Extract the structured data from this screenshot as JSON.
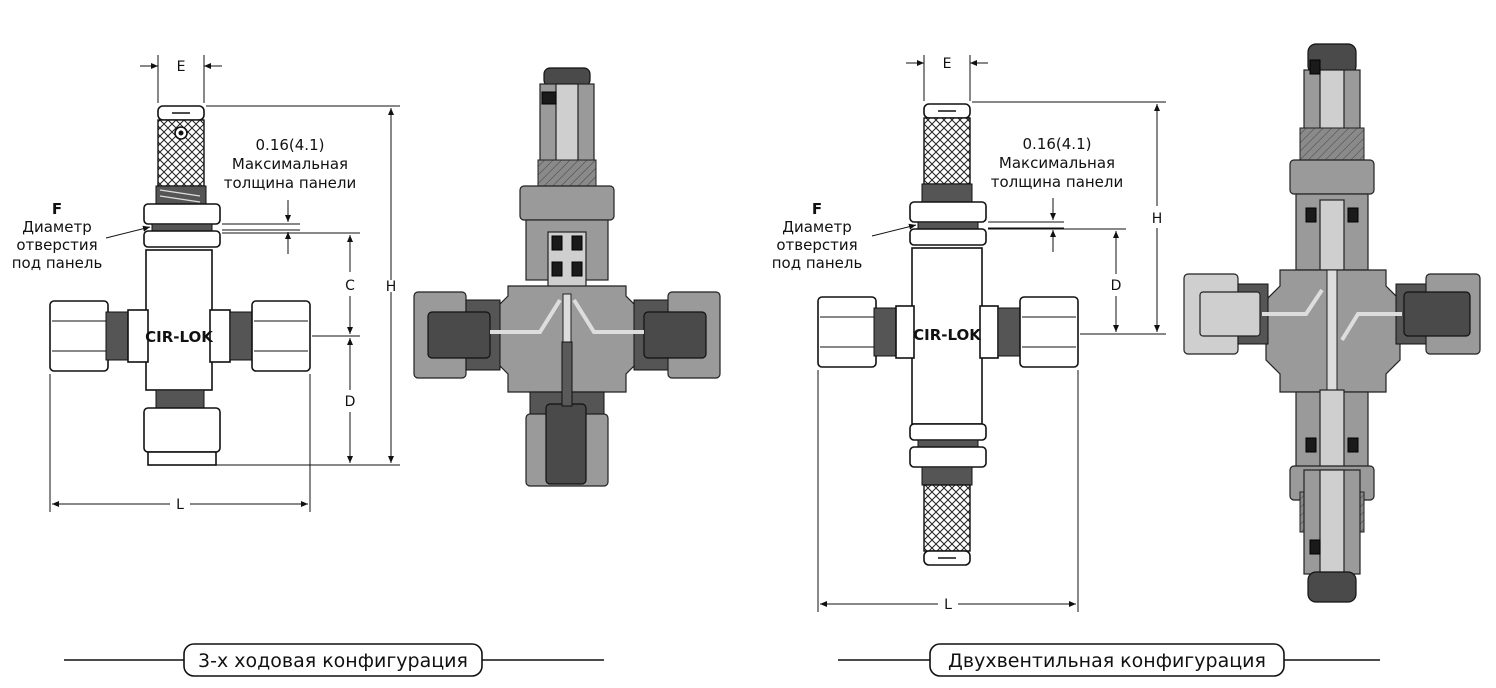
{
  "left_figure": {
    "dim_e": "E",
    "dim_c": "C",
    "dim_d": "D",
    "dim_h": "H",
    "dim_l": "L",
    "thickness_value": "0.16(4.1)",
    "thickness_line1": "Максимальная",
    "thickness_line2": "толщина панели",
    "f_label": "F",
    "f_line1": "Диаметр",
    "f_line2": "отверстия",
    "f_line3": "под панель",
    "brand": "CIR-LOK",
    "caption": "3-х ходовая конфигурация"
  },
  "right_figure": {
    "dim_e": "E",
    "dim_d": "D",
    "dim_h": "H",
    "dim_l": "L",
    "thickness_value": "0.16(4.1)",
    "thickness_line1": "Максимальная",
    "thickness_line2": "толщина панели",
    "f_label": "F",
    "f_line1": "Диаметр",
    "f_line2": "отверстия",
    "f_line3": "под панель",
    "brand": "CIR-LOK",
    "caption": "Двухвентильная конфигурация"
  },
  "colors": {
    "outline": "#111111",
    "section_gray": "#9a9a9a",
    "section_dark": "#4a4a4a",
    "background": "#ffffff"
  }
}
